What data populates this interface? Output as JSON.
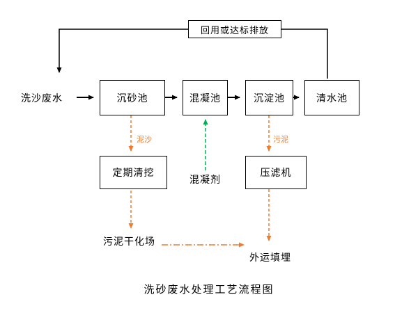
{
  "title": "洗砂废水处理工艺流程图",
  "colors": {
    "main_line": "#000000",
    "sludge_line": "#ED7D31",
    "coagulant_line": "#00B050",
    "background": "#FFFFFF"
  },
  "feedback": {
    "label": "回用或达标排放"
  },
  "nodes": {
    "influent": "洗沙废水",
    "grit_tank": "沉砂池",
    "coagulation_tank": "混凝池",
    "sedimentation_tank": "沉淀池",
    "clean_water_tank": "清水池",
    "periodic_dredging": "定期清挖",
    "filter_press": "压滤机",
    "coagulant": "混凝剂",
    "sludge_drying_field": "污泥干化场",
    "landfill": "外运填埋"
  },
  "edge_labels": {
    "sediment": "泥沙",
    "sludge": "污泥"
  }
}
